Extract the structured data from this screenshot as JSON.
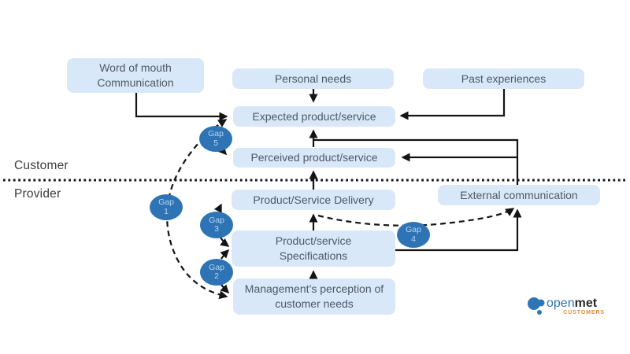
{
  "colors": {
    "box_fill": "#D9E8F8",
    "box_text": "#4C5866",
    "gap_fill": "#2E74B5",
    "gap_text": "#B7D4EF",
    "line": "#141414",
    "label_text": "#3C3C3C",
    "logo_blue": "#2E75B6",
    "logo_dark": "#2A2A2A",
    "logo_orange": "#DE8D34"
  },
  "labels": {
    "customer": "Customer",
    "provider": "Provider"
  },
  "boxes": {
    "word_of_mouth": "Word of mouth\nCommunication",
    "personal_needs": "Personal needs",
    "past_experiences": "Past experiences",
    "expected": "Expected product/service",
    "perceived": "Perceived product/service",
    "delivery": "Product/Service Delivery",
    "specifications": "Product/service\nSpecifications",
    "management": "Management’s perception of\ncustomer needs",
    "external_communication": "External communication"
  },
  "gaps": {
    "gap1": "Gap\n1",
    "gap2": "Gap\n2",
    "gap3": "Gap\n3",
    "gap4": "Gap\n4",
    "gap5": "Gap\n5"
  },
  "logo": {
    "open": "open",
    "met": "met",
    "customers": "CUSTOMERS"
  }
}
